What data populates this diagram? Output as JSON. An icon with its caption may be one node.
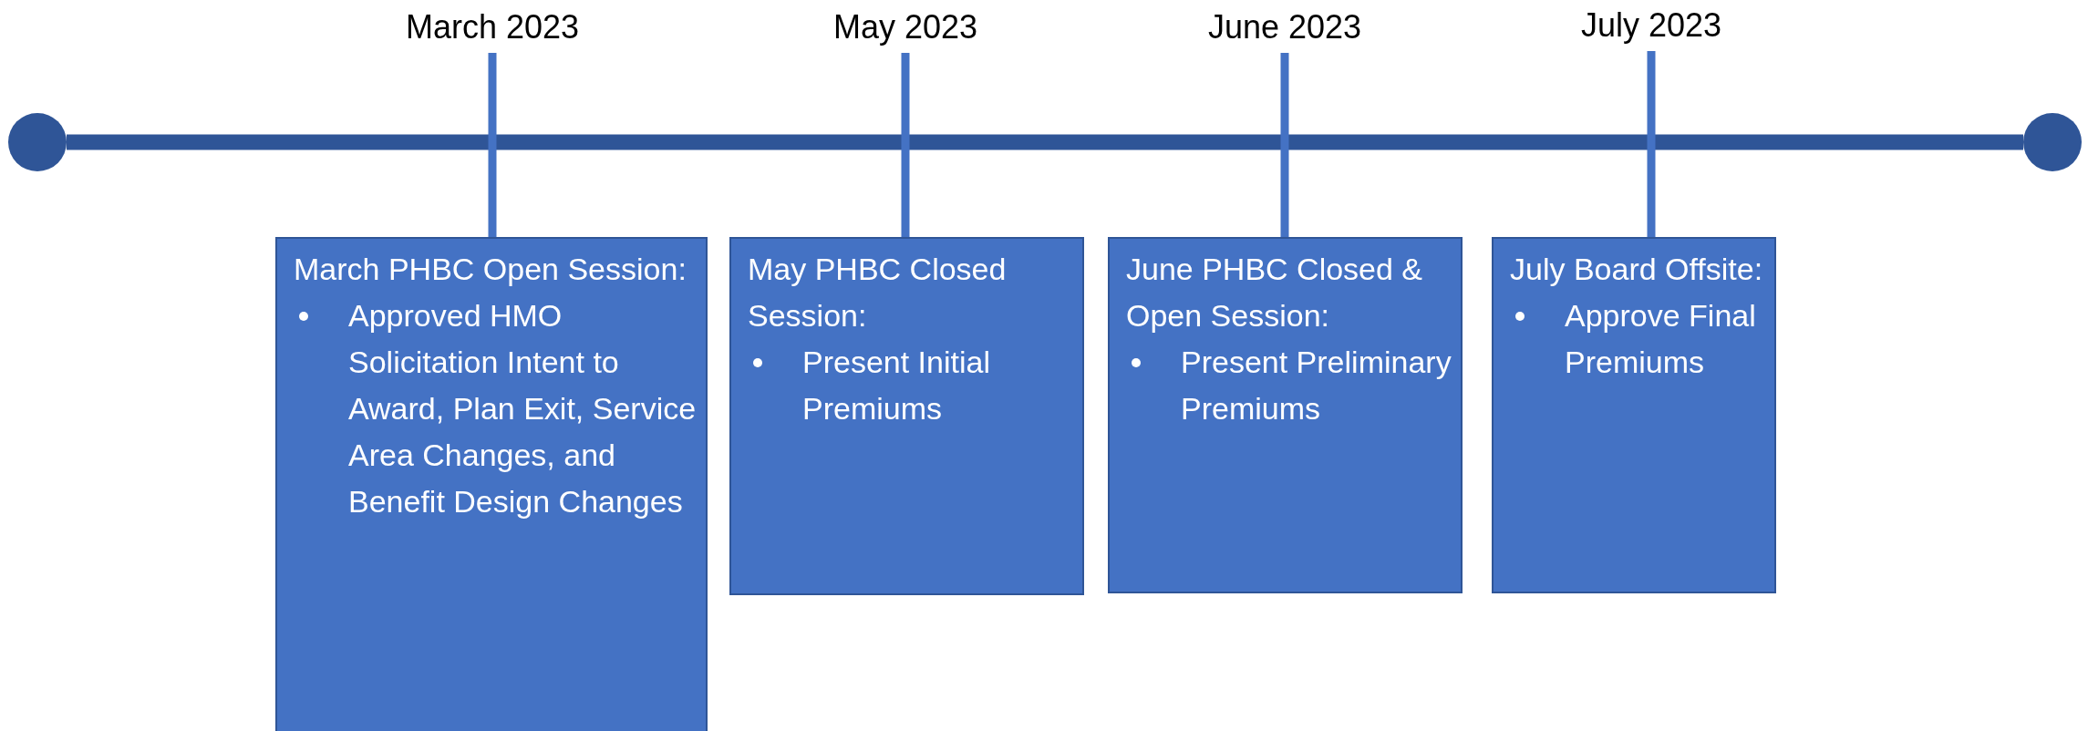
{
  "diagram": {
    "nodes": [
      {
        "text": [
          "March 2023"
        ]
      },
      {
        "text": [
          "March PHBC Open Session:",
          "Approved HMO Solicitation Intent to Award, Plan Exit, Service Area Changes, and Benefit Design Changes"
        ]
      },
      {
        "text": [
          "May 2023"
        ]
      },
      {
        "text": [
          "May PHBC Closed Session:",
          "Present Initial Premiums"
        ]
      },
      {
        "text": [
          "June 2023"
        ]
      },
      {
        "text": [
          "June PHBC Closed & Open Session:",
          "Present Preliminary Premiums"
        ]
      },
      {
        "text": [
          "July 2023"
        ]
      },
      {
        "text": [
          "July Board Offsite:",
          "Approve Final Premiums"
        ]
      },
      {
        "text": [],
        "shape": "circle"
      },
      {
        "text": [],
        "shape": "circle"
      }
    ],
    "edges": [
      {
        "from": 8,
        "to": 9,
        "arrow": "none",
        "style": "thick",
        "color": "#2f5597"
      },
      {
        "from": 0,
        "to": 1,
        "arrow": "none"
      },
      {
        "from": 2,
        "to": 3,
        "arrow": "none"
      },
      {
        "from": 4,
        "to": 5,
        "arrow": "none"
      },
      {
        "from": 6,
        "to": 7,
        "arrow": "none"
      }
    ]
  }
}
